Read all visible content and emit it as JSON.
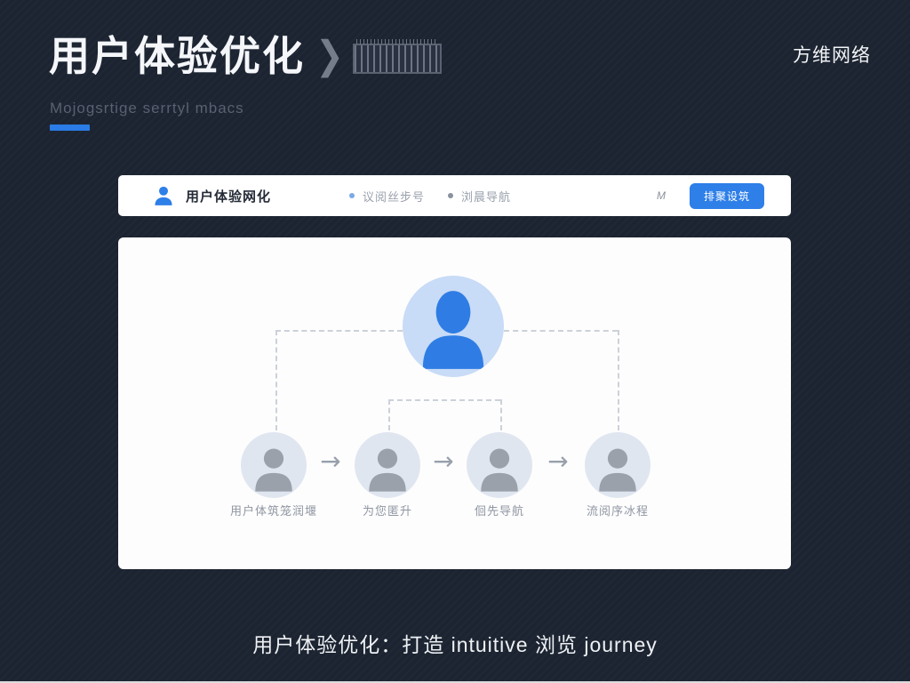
{
  "slide": {
    "title": "用户体验优化",
    "subtitle": "Mojogsrtige serrtyl mbacs",
    "brand": "方维网络",
    "caption": "用户体验优化：打造 intuitive 浏览 journey",
    "accent_color": "#2e7fe8",
    "background_color": "#1c2431",
    "deco_chevron_glyph": "❯"
  },
  "mockup": {
    "header": {
      "logo_text": "用户体验网化",
      "nav_items": [
        {
          "label": "议阅丝步号"
        },
        {
          "label": "浏晨导航"
        }
      ],
      "misc_glyph": "M",
      "button_label": "排聚设筑"
    },
    "diagram": {
      "arrow_glyph": "→",
      "steps": [
        {
          "label": "用户体筑笼润堰"
        },
        {
          "label": "为您匿升"
        },
        {
          "label": "佪先导航"
        },
        {
          "label": "流阅序冰程"
        }
      ]
    }
  }
}
